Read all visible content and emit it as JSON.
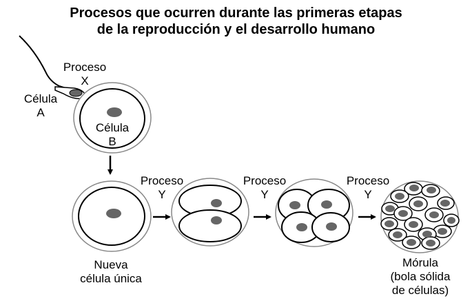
{
  "title": {
    "line1": "Procesos que ocurren durante las primeras etapas",
    "line2": "de la reproducción y el desarrollo humano"
  },
  "labels": {
    "process_x": {
      "line1": "Proceso",
      "line2": "X"
    },
    "cell_a": {
      "line1": "Célula",
      "line2": "A"
    },
    "cell_b": {
      "line1": "Célula",
      "line2": "B"
    },
    "process_y_1": {
      "line1": "Proceso",
      "line2": "Y"
    },
    "process_y_2": {
      "line1": "Proceso",
      "line2": "Y"
    },
    "process_y_3": {
      "line1": "Proceso",
      "line2": "Y"
    },
    "new_cell": {
      "line1": "Nueva",
      "line2": "célula única"
    },
    "morula": {
      "line1": "Mórula",
      "line2": "(bola sólida",
      "line3": "de células)"
    }
  },
  "colors": {
    "stroke": "#000000",
    "nucleus": "#666666",
    "membrane_gray": "#888888"
  }
}
